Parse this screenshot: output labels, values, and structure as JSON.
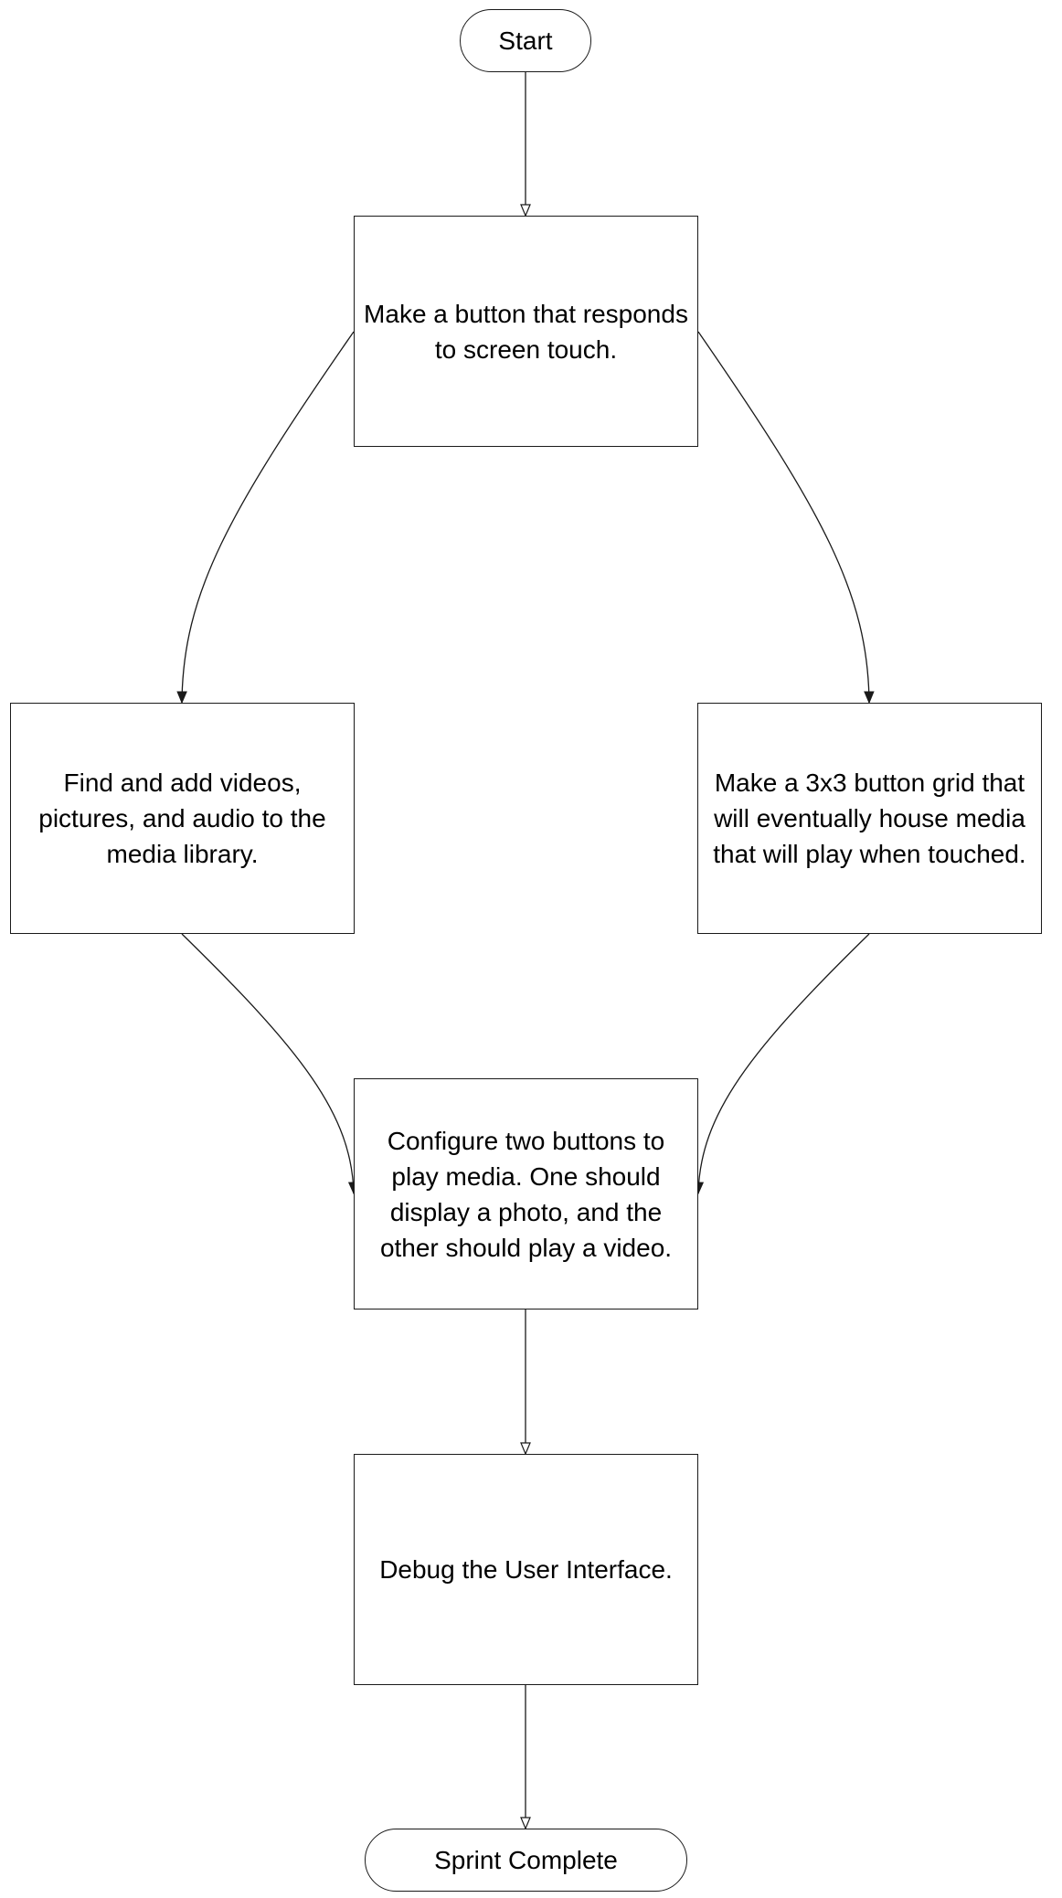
{
  "nodes": {
    "start": "Start",
    "button": "Make a button that responds to screen touch.",
    "media": "Find and add videos, pictures, and audio to the media library.",
    "grid": "Make a 3x3 button grid that will eventually house media that will play when touched.",
    "configure": "Configure two buttons to play media. One should display a photo, and the other should play a video.",
    "debug": "Debug the User Interface.",
    "end": "Sprint Complete"
  },
  "colors": {
    "stroke": "#1a1a1a",
    "background": "#ffffff"
  }
}
